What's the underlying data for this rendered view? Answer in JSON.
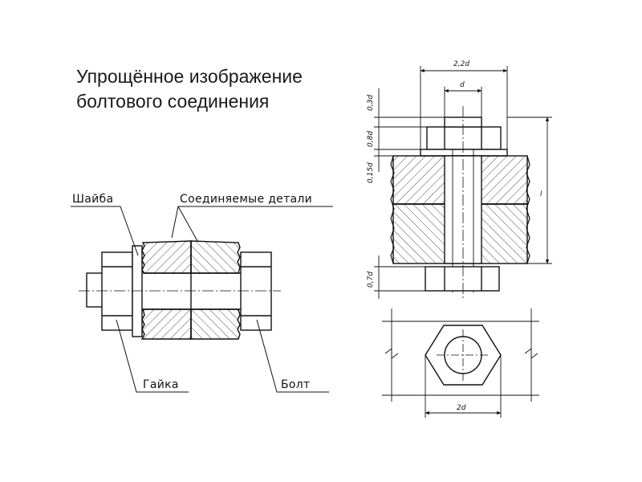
{
  "title": "Упрощённое изображение болтового соединения",
  "labels": {
    "washer": "Шайба",
    "joined_parts": "Соединяемые детали",
    "nut": "Гайка",
    "bolt": "Болт"
  },
  "dimensions": {
    "width_2_2d": "2,2d",
    "d": "d",
    "h_0_3d": "0,3d",
    "h_0_8d": "0,8d",
    "h_0_15d": "0,15d",
    "length_l": "l",
    "h_0_7d": "0,7d",
    "width_2d": "2d"
  }
}
